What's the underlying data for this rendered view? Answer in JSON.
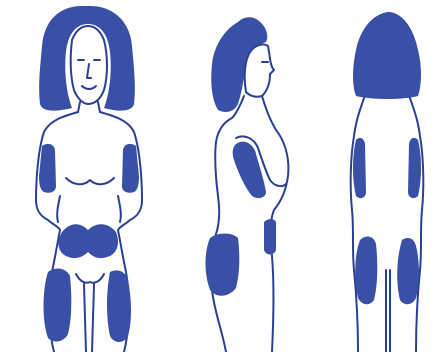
{
  "figure": {
    "colors": {
      "ink": "#2b3f95",
      "highlight": "#3a4fa6",
      "background": "#ffffff"
    },
    "views": [
      {
        "view": "front",
        "highlighted_areas": [
          "upper-arms",
          "abdomen",
          "thighs"
        ]
      },
      {
        "view": "side",
        "highlighted_areas": [
          "upper-arm",
          "buttock-hip",
          "thigh"
        ]
      },
      {
        "view": "back",
        "highlighted_areas": [
          "upper-arms",
          "back-thighs"
        ]
      }
    ]
  }
}
